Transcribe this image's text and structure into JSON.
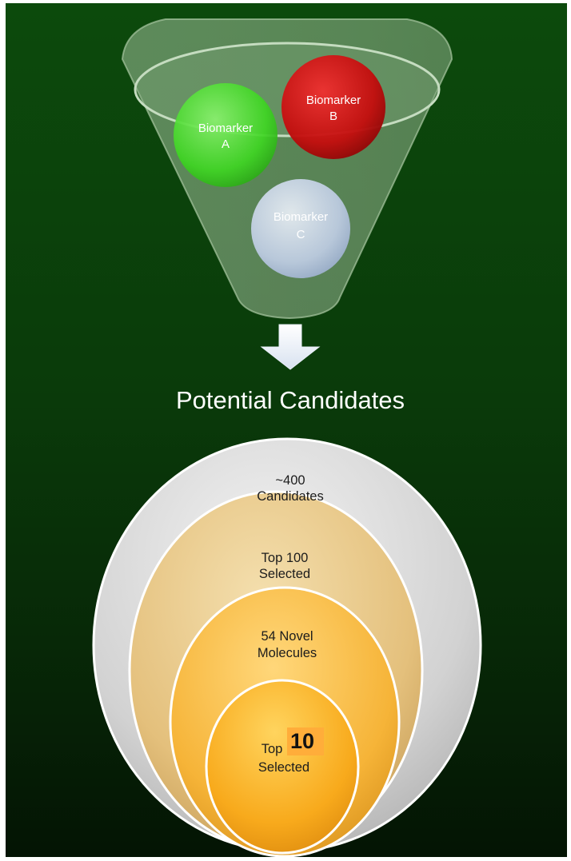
{
  "funnel": {
    "biomarkers": [
      {
        "line1": "Biomarker",
        "line2": "A",
        "color": "#44dd2a"
      },
      {
        "line1": "Biomarker",
        "line2": "B",
        "color": "#cc1111"
      },
      {
        "line1": "Biomarker",
        "line2": "C",
        "color": "#c6d2ea"
      }
    ]
  },
  "title": "Potential Candidates",
  "rings": [
    {
      "line1": "~400",
      "line2": "Candidates",
      "color": "#d4d4d4"
    },
    {
      "line1": "Top 100",
      "line2": "Selected",
      "color": "#e8c37c"
    },
    {
      "line1": "54 Novel",
      "line2": "Molecules",
      "color": "#f5b43a"
    },
    {
      "line1": "Top",
      "line2": "Selected",
      "highlight": "10",
      "color": "#f8a920"
    }
  ]
}
